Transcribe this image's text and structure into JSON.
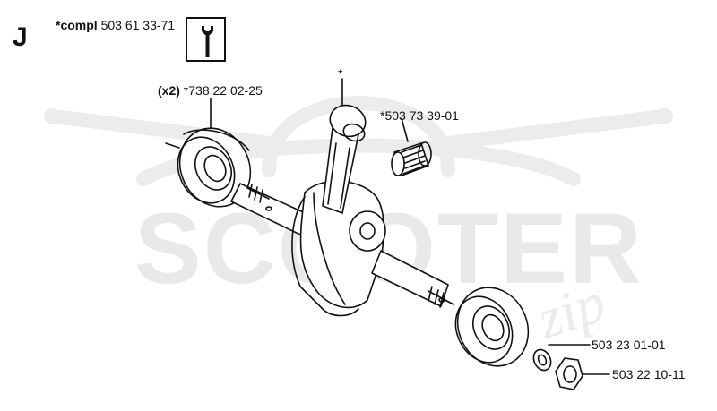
{
  "section": {
    "letter": "J"
  },
  "header": {
    "compl_prefix": "*compl",
    "compl_part": "503 61 33-71",
    "tool_icon": "wrench-icon"
  },
  "watermark": {
    "brand": "SCOOTER",
    "script": "zip",
    "color": "#e9e9e9"
  },
  "callouts": {
    "bearing_qty": "(x2)",
    "bearing_part": "*738 22 02-25",
    "star_mark": "*",
    "needle_bearing_part": "*503 73 39-01",
    "washer_part": "503 23 01-01",
    "nut_part": "503 22 10-11"
  }
}
